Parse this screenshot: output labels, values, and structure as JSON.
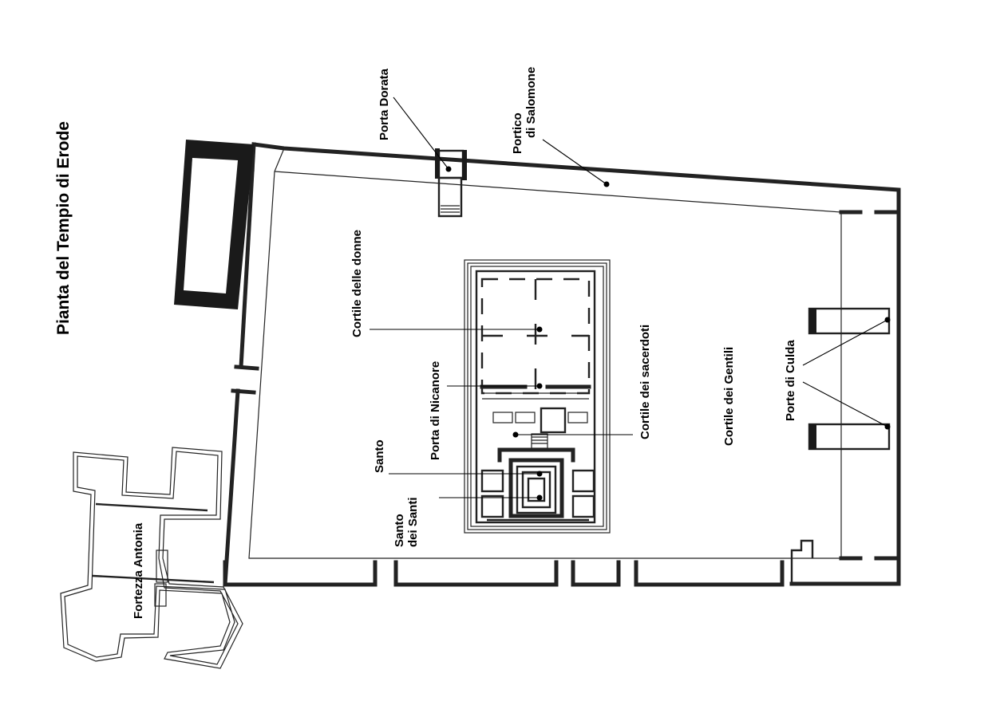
{
  "title": "Pianta del Tempio di Erode",
  "labels": {
    "porta_dorata": "Porta Dorata",
    "portico_salomone_1": "Portico",
    "portico_salomone_2": "di Salomone",
    "cortile_donne": "Cortile delle donne",
    "porta_nicanore": "Porta di Nicanore",
    "cortile_sacerdoti": "Cortile dei sacerdoti",
    "cortile_gentili": "Cortile dei Gentili",
    "porte_culda": "Porte di Culda",
    "santo": "Santo",
    "santo_santi_1": "Santo",
    "santo_santi_2": "dei Santi",
    "fortezza_antonia": "Fortezza Antonia"
  }
}
